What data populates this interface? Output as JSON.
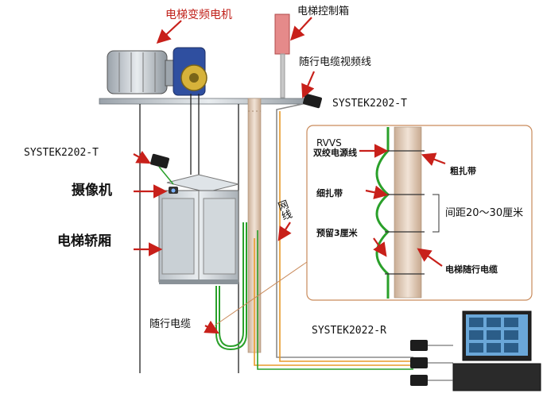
{
  "labels": {
    "motor": "电梯变频电机",
    "control_box": "电梯控制箱",
    "video_line": "随行电缆视频线",
    "tx_top": "SYSTEK2202-T",
    "tx_left": "SYSTEK2202-T",
    "camera": "摄像机",
    "car": "电梯轿厢",
    "traveling_cable": "随行电缆",
    "network_line": "网线",
    "rx": "SYSTEK2022-R"
  },
  "detail": {
    "rvvs": "RVVS",
    "dual_power": "双绞电源线",
    "thick_tie": "粗扎带",
    "thin_tie": "细扎带",
    "spacing": "间距20～30厘米",
    "reserve": "预留3厘米",
    "cable": "电梯随行电缆"
  },
  "colors": {
    "arrow": "#c8201a",
    "cable_green": "#2aa02a",
    "cable_orange": "#e89a2a",
    "cable_grey": "#8a8a8a",
    "detail_border": "#c98a5a"
  }
}
